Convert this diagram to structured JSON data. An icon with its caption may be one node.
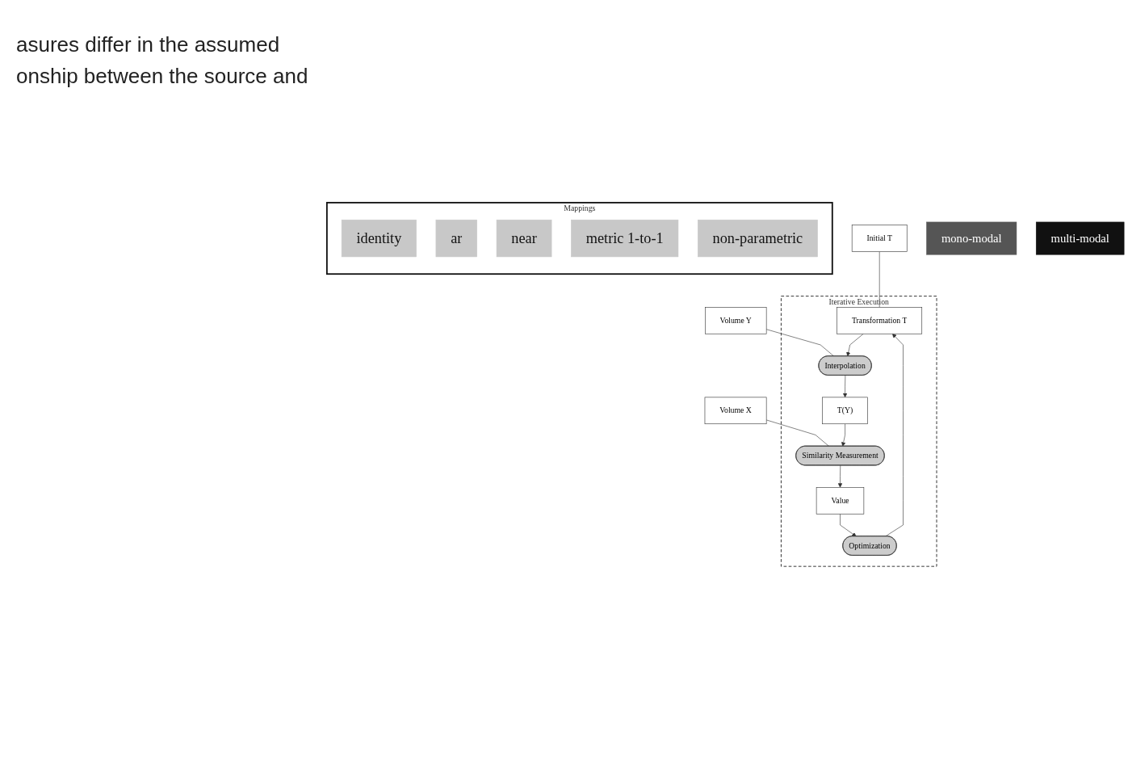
{
  "diagram": {
    "nodes": [
      {
        "text": [
          "Initial T"
        ]
      },
      {
        "text": [
          "Volume Y"
        ]
      },
      {
        "text": [
          "Volume X"
        ]
      },
      {
        "text": [
          "Iterative Execution"
        ]
      },
      {
        "text": [
          "Interpolation"
        ],
        "in": 3
      },
      {
        "text": [
          "T(Y)"
        ],
        "in": 3
      },
      {
        "text": [
          "Transformation T"
        ],
        "in": 3
      },
      {
        "text": [
          "Similarity Measurement"
        ],
        "in": 3
      },
      {
        "text": [
          "Optimization"
        ],
        "in": 3
      },
      {
        "text": [
          "Value"
        ],
        "in": 3
      },
      {
        "text": [
          "Mappings"
        ]
      },
      {
        "text": [
          "identity"
        ],
        "in": 10
      },
      {
        "text": [
          "ar"
        ],
        "in": 10
      },
      {
        "text": [
          "near"
        ],
        "in": 10
      },
      {
        "text": [
          "metric 1-to-1"
        ],
        "in": 10
      },
      {
        "text": [
          "non-parametric"
        ],
        "in": 10
      },
      {
        "text": [
          "mono-modal"
        ]
      },
      {
        "text": [
          "multi-modal"
        ]
      }
    ],
    "edges": [
      {
        "from": 0,
        "to": 6,
        "arrow": "none"
      },
      {
        "from": 1,
        "to": 4,
        "arrow": "none"
      },
      {
        "from": 2,
        "to": 7,
        "arrow": "none"
      },
      {
        "from": 4,
        "to": 5,
        "arrow": "to"
      },
      {
        "from": 5,
        "to": 7,
        "arrow": "to"
      },
      {
        "from": 7,
        "to": 9,
        "arrow": "to"
      },
      {
        "from": 9,
        "to": 8,
        "arrow": "to"
      },
      {
        "from": 8,
        "to": 6,
        "arrow": "to"
      },
      {
        "from": 6,
        "to": 4,
        "arrow": "to"
      }
    ],
    "labels": [
      "asures differ in the assumed",
      "onship between the source and"
    ]
  }
}
